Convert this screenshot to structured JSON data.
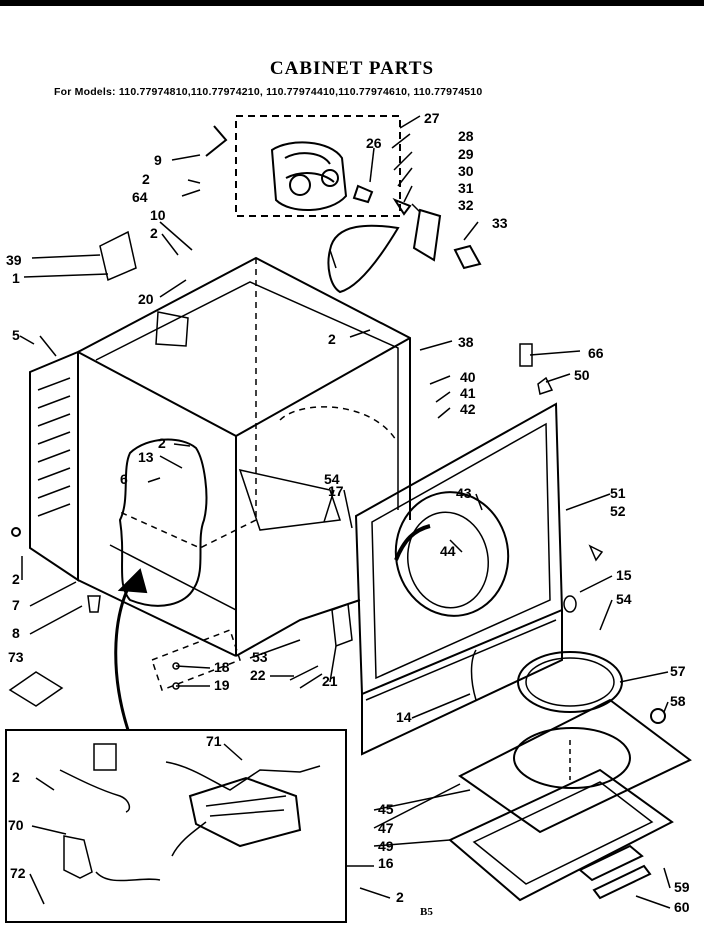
{
  "title": "CABINET PARTS",
  "models_line": "For Models: 110.77974810,110.77974210, 110.77974410,110.77974610, 110.77974510",
  "footer_code": "B5",
  "part_labels": [
    "27",
    "28",
    "29",
    "30",
    "31",
    "32",
    "33",
    "26",
    "9",
    "2",
    "64",
    "10",
    "2",
    "39",
    "1",
    "20",
    "5",
    "2",
    "38",
    "66",
    "40",
    "50",
    "41",
    "42",
    "2",
    "13",
    "6",
    "54",
    "17",
    "51",
    "52",
    "43",
    "44",
    "15",
    "54",
    "2",
    "7",
    "8",
    "73",
    "18",
    "19",
    "53",
    "22",
    "21",
    "57",
    "14",
    "58",
    "71",
    "2",
    "70",
    "72",
    "45",
    "47",
    "49",
    "16",
    "2",
    "59",
    "60"
  ]
}
